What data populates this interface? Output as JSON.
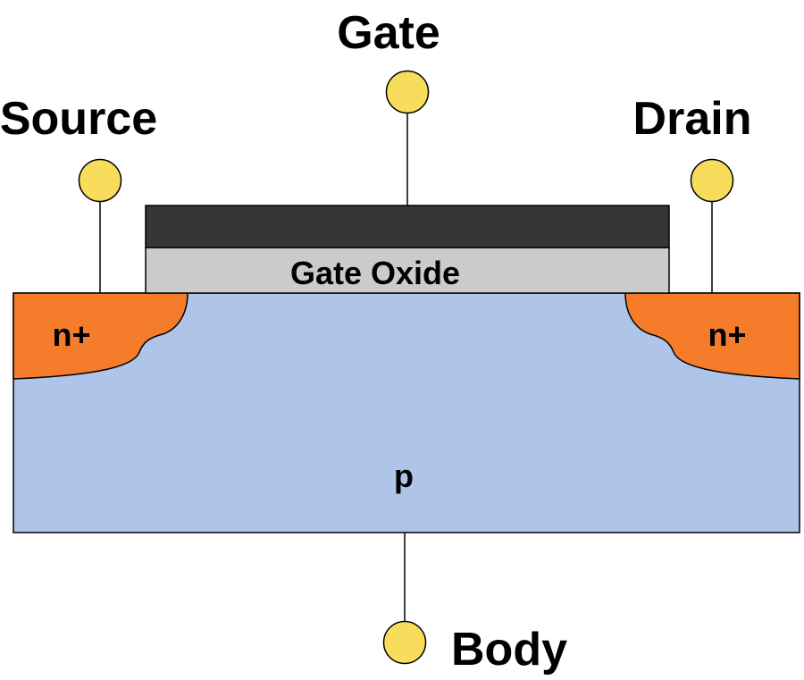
{
  "terminals": {
    "gate": "Gate",
    "source": "Source",
    "drain": "Drain",
    "body": "Body"
  },
  "regions": {
    "oxide": "Gate Oxide",
    "source_doping": "n+",
    "drain_doping": "n+",
    "substrate": "p"
  },
  "colors": {
    "substrate": "#aec4e8",
    "doped_region": "#f47c2a",
    "gate_metal": "#363636",
    "gate_oxide": "#cbcbcb",
    "terminal_dot": "#f8dd5c",
    "outline": "#000000"
  }
}
